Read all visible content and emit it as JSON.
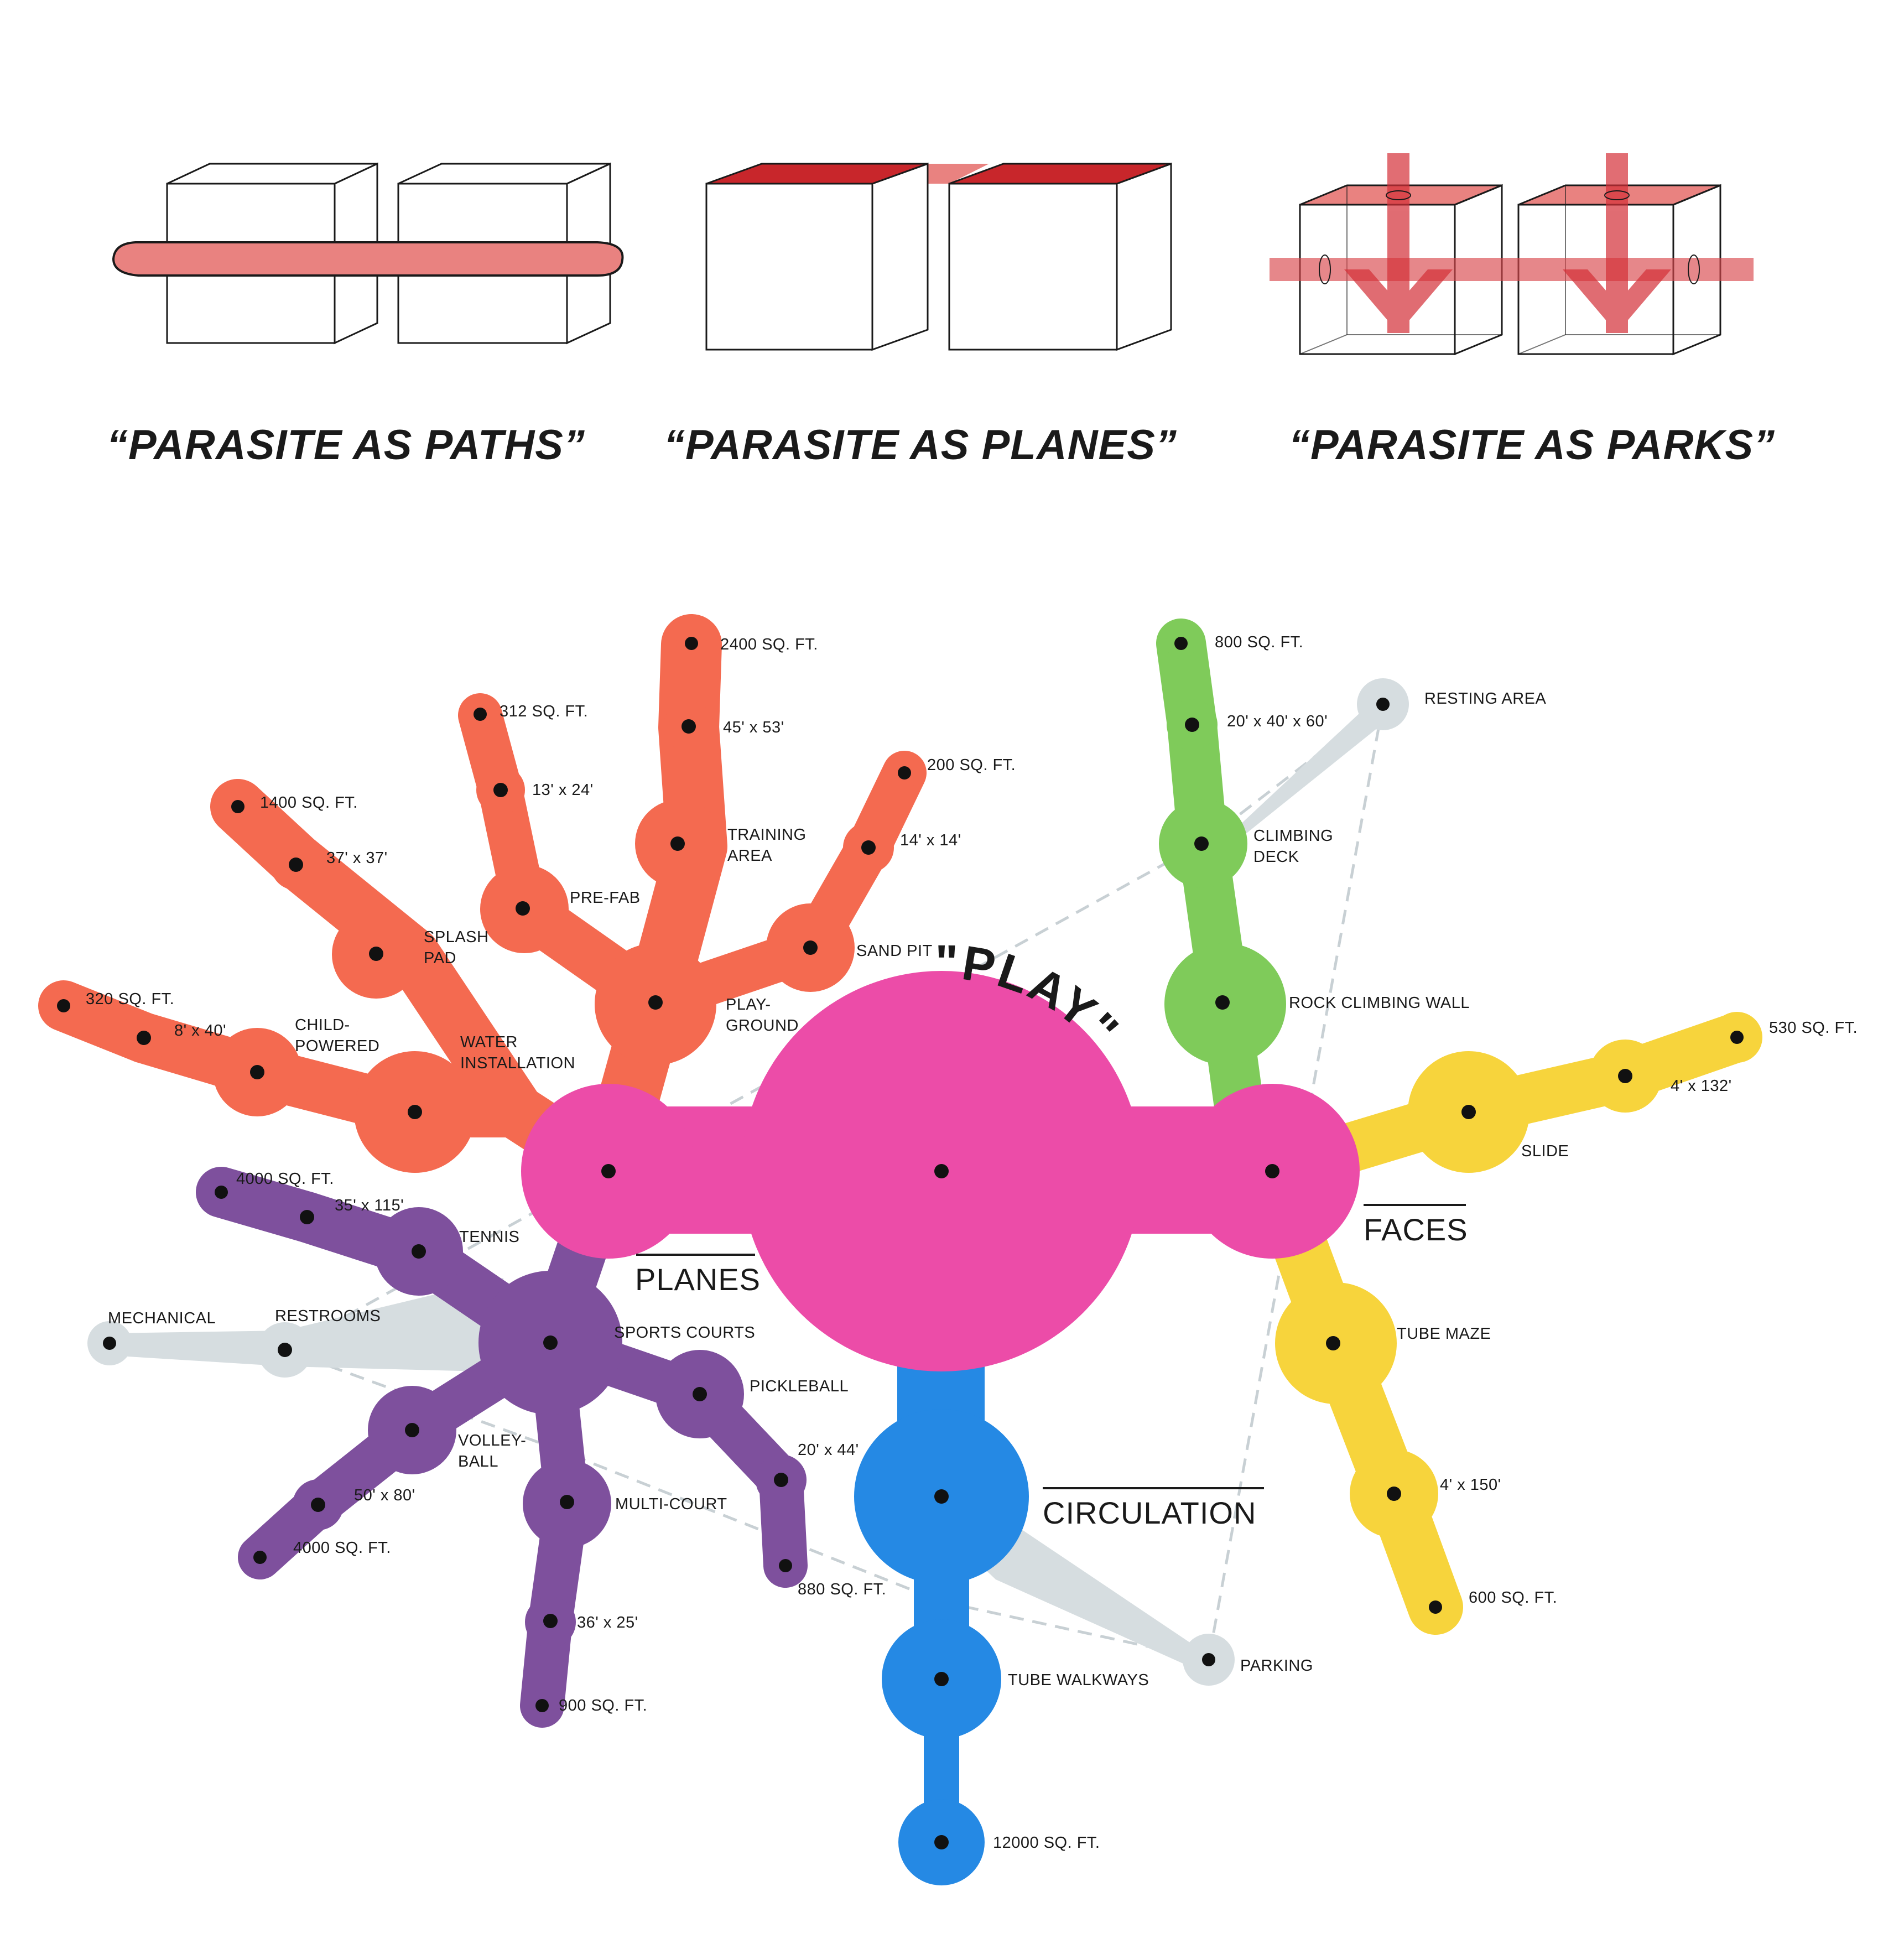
{
  "captions": {
    "paths": "“PARASITE AS PATHS”",
    "planes": "“PARASITE AS PLANES”",
    "parks": "“PARASITE AS PARKS”"
  },
  "center_title": "\"PLAY\"",
  "categories": {
    "planes": "PLANES",
    "faces": "FACES",
    "circulation": "CIRCULATION"
  },
  "colors": {
    "hub": "#ec4ca8",
    "orange": "#f46a50",
    "green": "#7fcb5a",
    "yellow": "#f7d43c",
    "purple": "#7e509d",
    "blue": "#2589e4",
    "grey": "#d6dde0",
    "parasite_red": "#c8262b",
    "parasite_pink": "#e98280"
  },
  "labels": {
    "orange": {
      "sq2400": "2400 SQ. FT.",
      "d45x53": "45' x 53'",
      "training": [
        "TRAINING",
        "AREA"
      ],
      "sq312": "312 SQ. FT.",
      "d13x24": "13' x 24'",
      "prefab": "PRE-FAB",
      "sq1400": "1400 SQ. FT.",
      "d37x37": "37' x 37'",
      "splash": [
        "SPLASH",
        "PAD"
      ],
      "sq200": "200 SQ. FT.",
      "d14x14": "14' x 14'",
      "sandpit": "SAND PIT",
      "playground": [
        "PLAY-",
        "GROUND"
      ],
      "sq320": "320 SQ. FT.",
      "d8x40": "8' x 40'",
      "child": [
        "CHILD-",
        "POWERED"
      ],
      "water": [
        "WATER",
        "INSTALLATION"
      ]
    },
    "green": {
      "sq800": "800 SQ. FT.",
      "d20x40x60": "20' x 40' x 60'",
      "deck": [
        "CLIMBING",
        "DECK"
      ],
      "wall": "ROCK CLIMBING WALL"
    },
    "grey": {
      "resting": "RESTING AREA",
      "mechanical": "MECHANICAL",
      "restrooms": "RESTROOMS",
      "parking": "PARKING"
    },
    "yellow": {
      "sq530": "530 SQ. FT.",
      "d4x132": "4' x 132'",
      "slide": "SLIDE",
      "maze": "TUBE MAZE",
      "d4x150": "4' x 150'",
      "sq600": "600 SQ. FT."
    },
    "purple": {
      "sq4000a": "4000 SQ. FT.",
      "d35x115": "35' x 115'",
      "tennis": "TENNIS",
      "sports": "SPORTS COURTS",
      "pickleball": "PICKLEBALL",
      "d20x44": "20' x 44'",
      "sq880": "880 SQ. FT.",
      "volley": [
        "VOLLEY-",
        "BALL"
      ],
      "d50x80": "50' x 80'",
      "sq4000b": "4000 SQ. FT.",
      "multicourt": "MULTI-COURT",
      "d36x25": "36' x 25'",
      "sq900": "900 SQ. FT."
    },
    "blue": {
      "tube": "TUBE WALKWAYS",
      "sq12000": "12000 SQ. FT."
    }
  }
}
